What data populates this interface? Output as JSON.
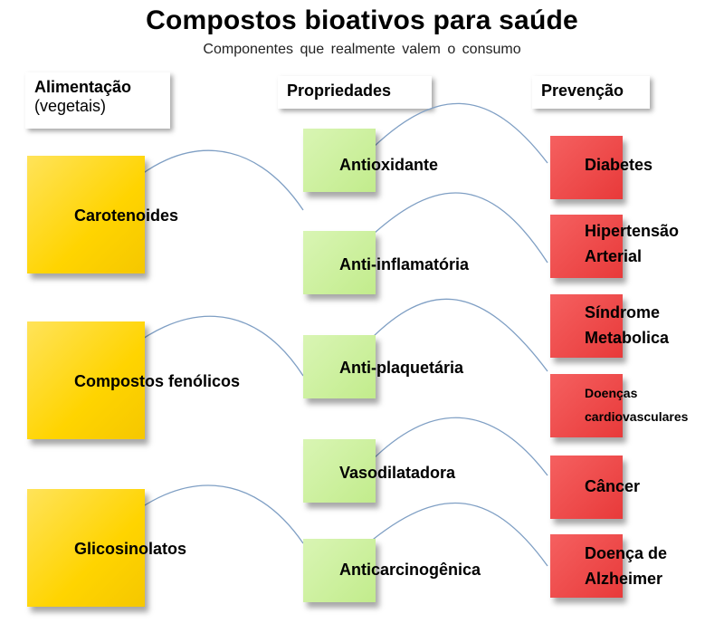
{
  "title": "Compostos bioativos para saúde",
  "subtitle": "Componentes que realmente valem o consumo",
  "headers": {
    "food": {
      "main": "Alimentação",
      "sub": "(vegetais)"
    },
    "properties": "Propriedades",
    "prevention": "Prevenção"
  },
  "foods": [
    "Carotenoides",
    "Compostos fenólicos",
    "Glicosinolatos"
  ],
  "properties": [
    "Antioxidante",
    "Anti-inflamatória",
    "Anti-plaquetária",
    "Vasodilatadora",
    "Anticarcinogênica"
  ],
  "prevention": [
    [
      "Diabetes"
    ],
    [
      "Hipertensão",
      "Arterial"
    ],
    [
      "Síndrome",
      "Metabolica"
    ],
    [
      "Doenças",
      "cardiovasculares"
    ],
    [
      "Câncer"
    ],
    [
      "Doença de",
      "Alzheimer"
    ]
  ],
  "colors": {
    "food": "#ffd400",
    "property": "#c2ec8c",
    "prevention": "#e83a3a",
    "connector": "#7f9fc4"
  }
}
